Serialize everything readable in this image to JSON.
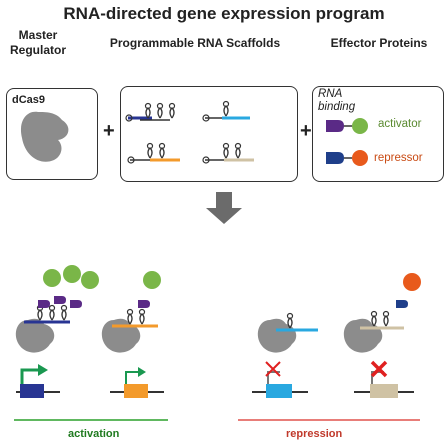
{
  "title": "RNA-directed gene expression program",
  "columns": {
    "master_regulator": "Master\nRegulator",
    "scaffolds": "Programmable RNA Scaffolds",
    "effectors": "Effector Proteins"
  },
  "dcas9_label": "dCas9",
  "rna_binding_label": "RNA\nbinding",
  "activator_label": "activator",
  "repressor_label": "repressor",
  "plus_sign": "+",
  "bottom_labels": {
    "activation": "activation",
    "repression": "repression"
  },
  "colors": {
    "dcas9": "#8c8c8c",
    "binding_purple": "#5a2a86",
    "binding_blue": "#1f3f8a",
    "activator_green": "#7ab648",
    "repressor_orange": "#e85a1c",
    "activation_line": "#2ca02c",
    "repression_line": "#e0524d",
    "gene_navy": "#283593",
    "gene_orange": "#f39a2b",
    "gene_cyan": "#29a8e0",
    "gene_tan": "#cfc2a4",
    "arrow_green": "#1a9850",
    "cross_red": "#e02020"
  }
}
